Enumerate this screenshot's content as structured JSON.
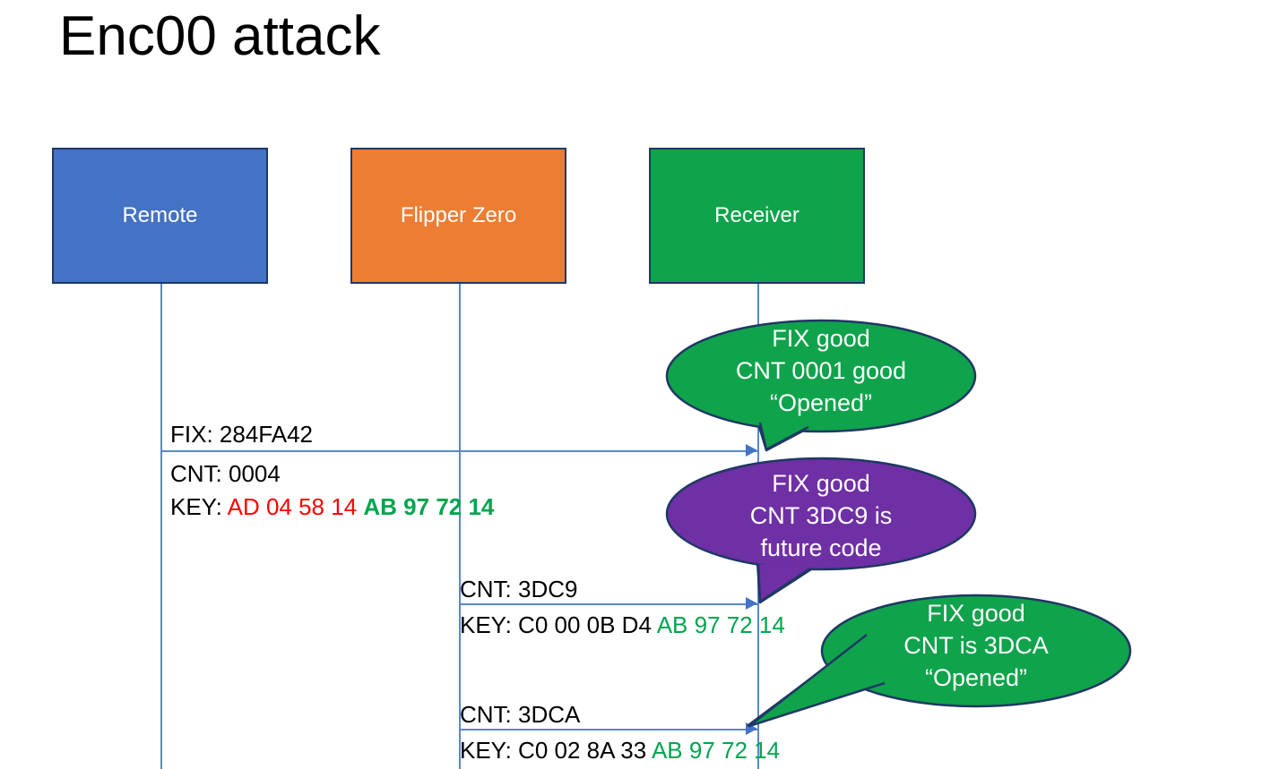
{
  "slide": {
    "title": "Enc00 attack"
  },
  "lanes": [
    {
      "name": "remote",
      "label": "Remote",
      "color": "#4472C4"
    },
    {
      "name": "flipper",
      "label": "Flipper Zero",
      "color": "#ED7D31"
    },
    {
      "name": "receiver",
      "label": "Receiver",
      "color": "#0FA34B"
    }
  ],
  "messages": [
    {
      "name": "remote-to-receiver",
      "from": "remote",
      "to": "receiver",
      "fix_label": "FIX: 284FA42",
      "cnt_label": "CNT: 0004",
      "key_prefix": "KEY: ",
      "key_first": "AD 04 58 14",
      "key_second": "AB 97 72 14"
    },
    {
      "name": "flipper-to-receiver-future",
      "from": "flipper",
      "to": "receiver",
      "cnt_label": "CNT: 3DC9",
      "key_prefix": "KEY: C0 00 0B D4 ",
      "key_second": "AB 97 72 14"
    },
    {
      "name": "flipper-to-receiver-open",
      "from": "flipper",
      "to": "receiver",
      "cnt_label": "CNT: 3DCA",
      "key_prefix": "KEY: C0 02 8A 33 ",
      "key_second": "AB 97 72 14"
    }
  ],
  "bubbles": [
    {
      "name": "receiver-response-1",
      "color": "#0FA34B",
      "line1": "FIX good",
      "line2": "CNT 0001 good",
      "line3": "“Opened”"
    },
    {
      "name": "receiver-response-2",
      "color": "#6F2FA5",
      "line1": "FIX good",
      "line2": "CNT 3DC9 is",
      "line3": "future code"
    },
    {
      "name": "receiver-response-3",
      "color": "#0FA34B",
      "line1": "FIX good",
      "line2": "CNT is 3DCA",
      "line3": "“Opened”"
    }
  ],
  "colors": {
    "blue": "#4472C4",
    "orange": "#ED7D31",
    "green": "#0FA34B",
    "purple": "#6F2FA5",
    "key_red": "#FF0000",
    "key_green": "#00A54F",
    "lifeline": "#5B87C8",
    "box_border": "#1F3864"
  }
}
